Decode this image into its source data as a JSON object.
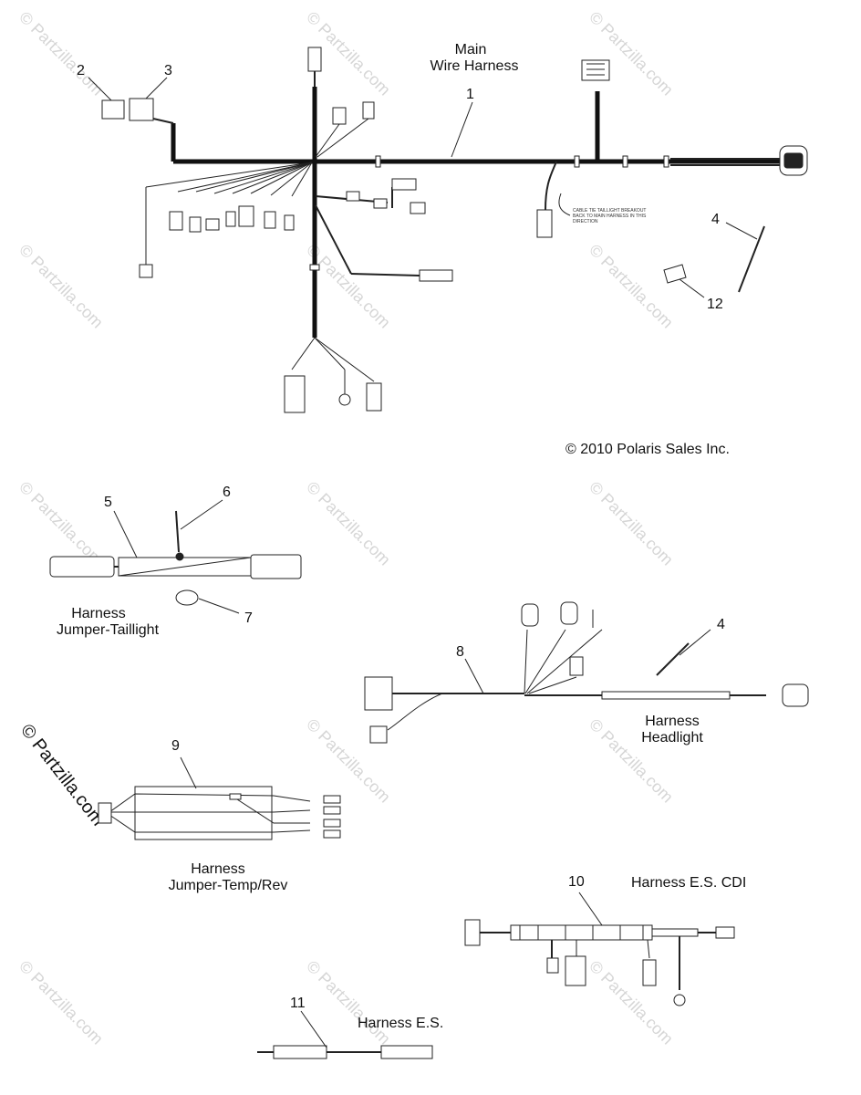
{
  "labels": {
    "main_harness_line1": "Main",
    "main_harness_line2": "Wire Harness",
    "copyright": "© 2010 Polaris Sales Inc.",
    "jumper_taillight_line1": "Harness",
    "jumper_taillight_line2": "Jumper-Taillight",
    "headlight_line1": "Harness",
    "headlight_line2": "Headlight",
    "jumper_temp_line1": "Harness",
    "jumper_temp_line2": "Jumper-Temp/Rev",
    "es_cdi": "Harness E.S. CDI",
    "es": "Harness E.S.",
    "cable_tie_note_1": "CABLE TIE TAILLIGHT BREAKOUT",
    "cable_tie_note_2": "BACK TO MAIN HARNESS IN THIS",
    "cable_tie_note_3": "DIRECTION"
  },
  "callouts": {
    "n1": "1",
    "n2": "2",
    "n3": "3",
    "n4a": "4",
    "n4b": "4",
    "n5": "5",
    "n6": "6",
    "n7": "7",
    "n8": "8",
    "n9": "9",
    "n10": "10",
    "n11": "11",
    "n12": "12"
  },
  "watermarks": {
    "tile": "© Partzilla.com",
    "side": "© Partzilla.com"
  }
}
